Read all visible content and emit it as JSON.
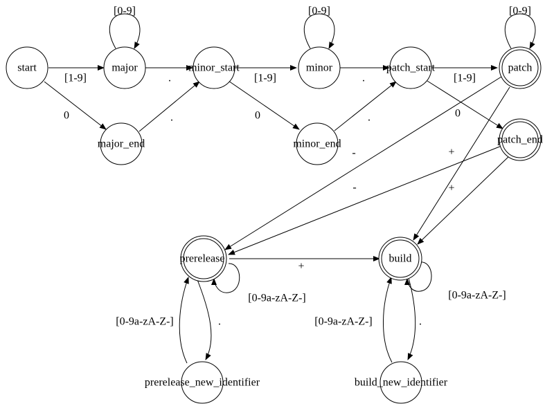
{
  "nodes": {
    "start": "start",
    "major": "major",
    "major_end": "major_end",
    "minor_start": "minor_start",
    "minor": "minor",
    "minor_end": "minor_end",
    "patch_start": "patch_start",
    "patch": "patch",
    "patch_end": "patch_end",
    "prerelease": "prerelease",
    "build": "build",
    "prerelease_new_identifier": "prerelease_new_identifier",
    "build_new_identifier": "build_new_identifier"
  },
  "accepting_states": [
    "patch",
    "patch_end",
    "prerelease",
    "build"
  ],
  "edges": {
    "start_major": "[1-9]",
    "start_major_end": "0",
    "major_loop": "[0-9]",
    "major_minor_start": ".",
    "major_end_minor_start": ".",
    "minor_start_minor": "[1-9]",
    "minor_start_minor_end": "0",
    "minor_loop": "[0-9]",
    "minor_patch_start": ".",
    "minor_end_patch_start": ".",
    "patch_start_patch": "[1-9]",
    "patch_start_patch_end": "0",
    "patch_loop": "[0-9]",
    "patch_prerelease": "-",
    "patch_build": "+",
    "patch_end_prerelease": "-",
    "patch_end_build": "+",
    "prerelease_build": "+",
    "prerelease_loop": "[0-9a-zA-Z-]",
    "prerelease_to_new": ".",
    "new_to_prerelease": "[0-9a-zA-Z-]",
    "build_loop": "[0-9a-zA-Z-]",
    "build_to_new": ".",
    "new_to_build": "[0-9a-zA-Z-]"
  }
}
